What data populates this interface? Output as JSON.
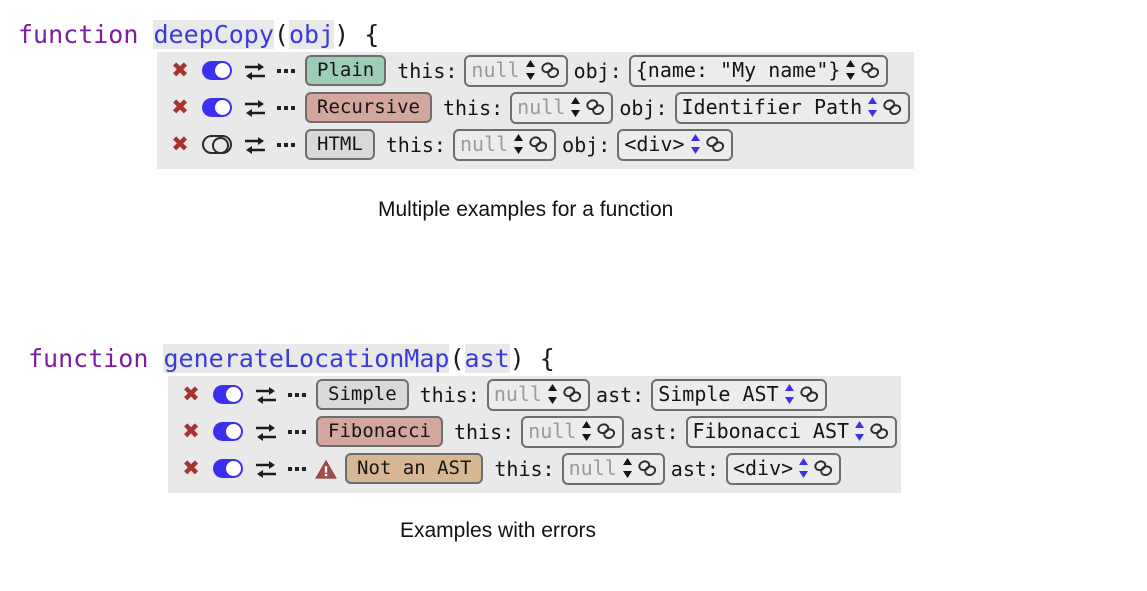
{
  "page": {
    "background": "#ffffff",
    "accent_blue": "#3b2ff0",
    "accent_purple": "#7b1fa2",
    "band_bg": "#e9e9e9",
    "danger_red": "#a83232"
  },
  "blocks": [
    {
      "id": "deep-copy",
      "signature": {
        "keyword": "function",
        "name": "deepCopy",
        "open_paren": "(",
        "param": "obj",
        "close_paren": ")",
        "brace": "{"
      },
      "caption": "Multiple examples for a function",
      "rows": [
        {
          "delete_label": "✖",
          "toggle_state": "on",
          "swap_icon": "swap-icon",
          "more_icon": "more-icon",
          "has_warning": false,
          "chip_label": "Plain",
          "chip_color": "#9ecdb7",
          "args": [
            {
              "label": "this:",
              "value": "null",
              "muted": true,
              "stepper_color": "#141414"
            },
            {
              "label": "obj:",
              "value": "{name: \"My name\"}",
              "muted": false,
              "stepper_color": "#141414"
            }
          ]
        },
        {
          "delete_label": "✖",
          "toggle_state": "on",
          "swap_icon": "swap-icon",
          "more_icon": "more-icon",
          "has_warning": false,
          "chip_label": "Recursive",
          "chip_color": "#d3a69e",
          "args": [
            {
              "label": "this:",
              "value": "null",
              "muted": true,
              "stepper_color": "#141414"
            },
            {
              "label": "obj:",
              "value": "Identifier Path",
              "muted": false,
              "stepper_color": "#3b2ff0"
            }
          ]
        },
        {
          "delete_label": "✖",
          "toggle_state": "off",
          "swap_icon": "swap-icon",
          "more_icon": "more-icon",
          "has_warning": false,
          "chip_label": "HTML",
          "chip_color": "#d9d9d9",
          "args": [
            {
              "label": "this:",
              "value": "null",
              "muted": true,
              "stepper_color": "#141414"
            },
            {
              "label": "obj:",
              "value": "<div>",
              "muted": false,
              "stepper_color": "#3b2ff0"
            }
          ]
        }
      ]
    },
    {
      "id": "generate-location-map",
      "signature": {
        "keyword": "function",
        "name": "generateLocationMap",
        "open_paren": "(",
        "param": "ast",
        "close_paren": ")",
        "brace": "{"
      },
      "caption": "Examples with errors",
      "rows": [
        {
          "delete_label": "✖",
          "toggle_state": "on",
          "swap_icon": "swap-icon",
          "more_icon": "more-icon",
          "has_warning": false,
          "chip_label": "Simple",
          "chip_color": "#ceа0cd",
          "args": [
            {
              "label": "this:",
              "value": "null",
              "muted": true,
              "stepper_color": "#141414"
            },
            {
              "label": "ast:",
              "value": "Simple AST",
              "muted": false,
              "stepper_color": "#3b2ff0"
            }
          ]
        },
        {
          "delete_label": "✖",
          "toggle_state": "on",
          "swap_icon": "swap-icon",
          "more_icon": "more-icon",
          "has_warning": false,
          "chip_label": "Fibonacci",
          "chip_color": "#d3a69e",
          "args": [
            {
              "label": "this:",
              "value": "null",
              "muted": true,
              "stepper_color": "#141414"
            },
            {
              "label": "ast:",
              "value": "Fibonacci AST",
              "muted": false,
              "stepper_color": "#3b2ff0"
            }
          ]
        },
        {
          "delete_label": "✖",
          "toggle_state": "on",
          "swap_icon": "swap-icon",
          "more_icon": "more-icon",
          "has_warning": true,
          "warning_icon": "warning-triangle-icon",
          "chip_label": "Not an AST",
          "chip_color": "#d7b793",
          "args": [
            {
              "label": "this:",
              "value": "null",
              "muted": true,
              "stepper_color": "#141414"
            },
            {
              "label": "ast:",
              "value": "<div>",
              "muted": false,
              "stepper_color": "#3b2ff0"
            }
          ]
        }
      ]
    }
  ]
}
